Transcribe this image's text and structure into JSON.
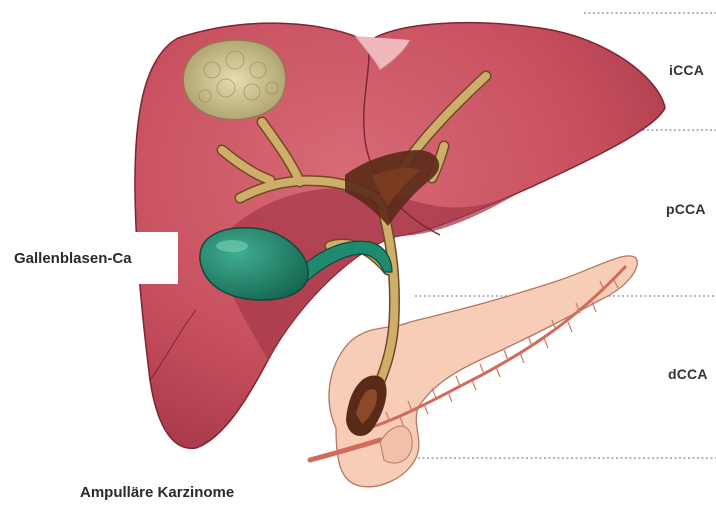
{
  "labels": {
    "zone_1": "iCCA",
    "zone_2": "pCCA",
    "zone_3": "dCCA",
    "gallbladder": "Gallenblasen-Ca",
    "ampulla": "Ampulläre Karzinome"
  },
  "colors": {
    "liver": "#c8505e",
    "liver_dark": "#9e2e3e",
    "duct": "#c9a764",
    "duct_dark": "#5a2a18",
    "gallbladder": "#1f8a6e",
    "pancreas": "#f7cdb8",
    "tumor": "#cdbf8e",
    "divider": "#888888"
  }
}
